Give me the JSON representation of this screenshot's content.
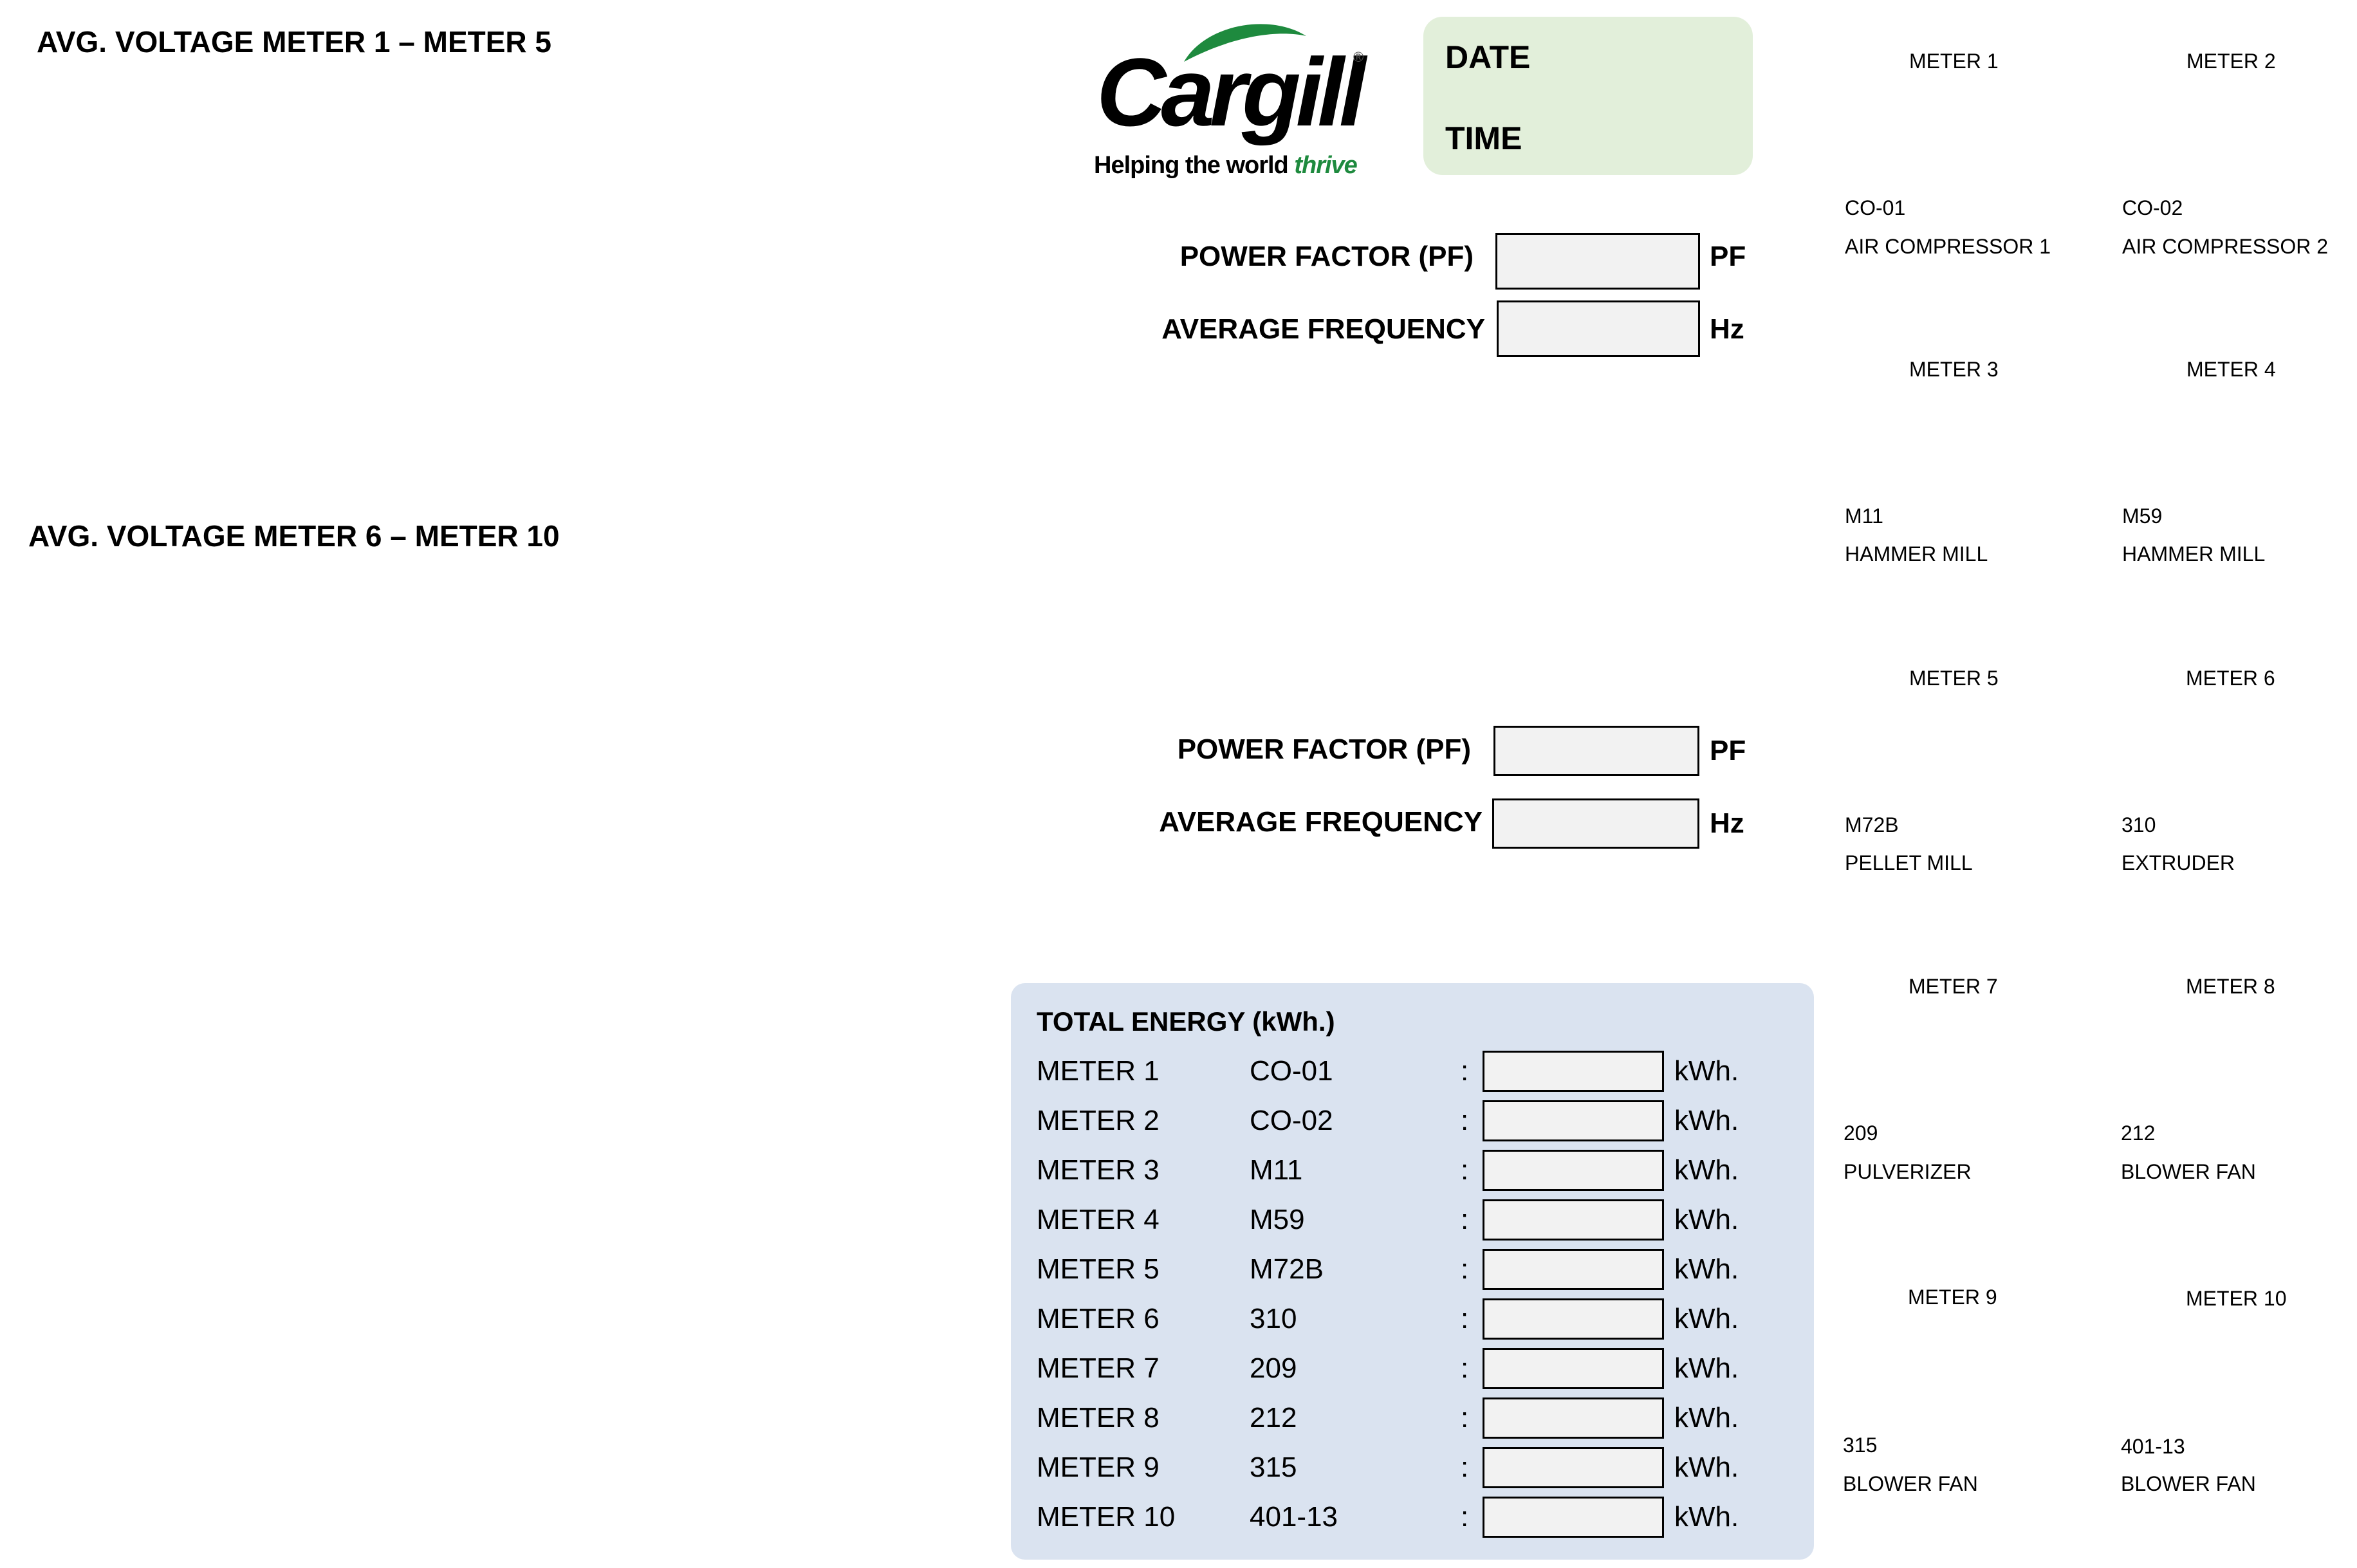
{
  "headers": {
    "avg_voltage_1_5": "AVG. VOLTAGE METER 1 – METER 5",
    "avg_voltage_6_10": "AVG. VOLTAGE METER 6 – METER 10"
  },
  "logo": {
    "brand": "Cargill",
    "registered": "®",
    "tagline_prefix": "Helping the world ",
    "tagline_accent": "thrive",
    "colors": {
      "leaf": "#1e8a3e",
      "text": "#000000"
    }
  },
  "datetime": {
    "date_label": "DATE",
    "time_label": "TIME",
    "date_value": "",
    "time_value": ""
  },
  "group1": {
    "pf_label": "POWER FACTOR (PF)",
    "pf_unit": "PF",
    "pf_value": "",
    "freq_label": "AVERAGE FREQUENCY",
    "freq_unit": "Hz",
    "freq_value": ""
  },
  "group2": {
    "pf_label": "POWER FACTOR (PF)",
    "pf_unit": "PF",
    "pf_value": "",
    "freq_label": "AVERAGE FREQUENCY",
    "freq_unit": "Hz",
    "freq_value": ""
  },
  "meters": [
    {
      "title": "METER 1",
      "code": "CO-01",
      "name": "AIR COMPRESSOR 1"
    },
    {
      "title": "METER 2",
      "code": "CO-02",
      "name": "AIR COMPRESSOR 2"
    },
    {
      "title": "METER 3",
      "code": "M11",
      "name": "HAMMER MILL"
    },
    {
      "title": "METER 4",
      "code": "M59",
      "name": "HAMMER MILL"
    },
    {
      "title": "METER 5",
      "code": "M72B",
      "name": "PELLET MILL"
    },
    {
      "title": "METER 6",
      "code": "310",
      "name": "EXTRUDER"
    },
    {
      "title": "METER 7",
      "code": "209",
      "name": "PULVERIZER"
    },
    {
      "title": "METER 8",
      "code": "212",
      "name": "BLOWER FAN"
    },
    {
      "title": "METER 9",
      "code": "315",
      "name": "BLOWER FAN"
    },
    {
      "title": "METER 10",
      "code": "401-13",
      "name": "BLOWER FAN"
    }
  ],
  "energy": {
    "title": "TOTAL ENERGY (kWh.)",
    "unit": "kWh.",
    "separator": ":",
    "rows": [
      {
        "meter": "METER 1",
        "code": "CO-01",
        "value": ""
      },
      {
        "meter": "METER 2",
        "code": "CO-02",
        "value": ""
      },
      {
        "meter": "METER 3",
        "code": "M11",
        "value": ""
      },
      {
        "meter": "METER 4",
        "code": "M59",
        "value": ""
      },
      {
        "meter": "METER 5",
        "code": "M72B",
        "value": ""
      },
      {
        "meter": "METER 6",
        "code": "310",
        "value": ""
      },
      {
        "meter": "METER 7",
        "code": "209",
        "value": ""
      },
      {
        "meter": "METER 8",
        "code": "212",
        "value": ""
      },
      {
        "meter": "METER 9",
        "code": "315",
        "value": ""
      },
      {
        "meter": "METER 10",
        "code": "401-13",
        "value": ""
      }
    ]
  },
  "colors": {
    "date_panel_bg": "#e2efda",
    "energy_panel_bg": "#dae3f0",
    "input_bg": "#f2f2f2"
  }
}
